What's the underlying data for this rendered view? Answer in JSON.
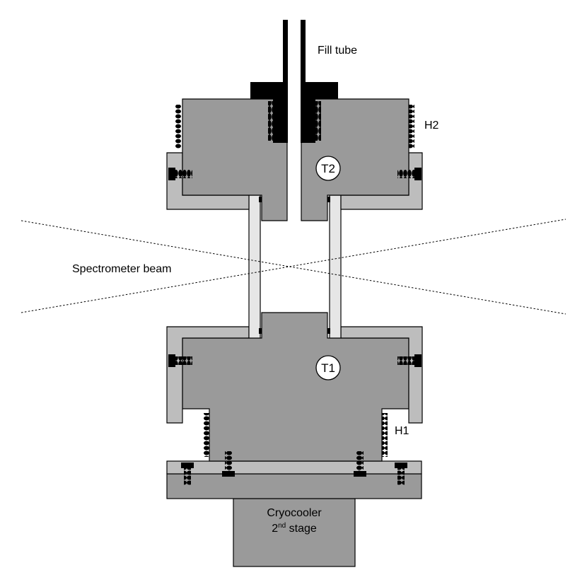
{
  "labels": {
    "fill_tube": "Fill tube",
    "heater_top": "H2",
    "heater_bottom": "H1",
    "sensor_top": "T2",
    "sensor_bottom": "T1",
    "beam": "Spectrometer beam",
    "cryo_line1": "Cryocooler",
    "cryo_line2_base": "2",
    "cryo_line2_sup": "nd",
    "cryo_line2_rest": " stage"
  }
}
